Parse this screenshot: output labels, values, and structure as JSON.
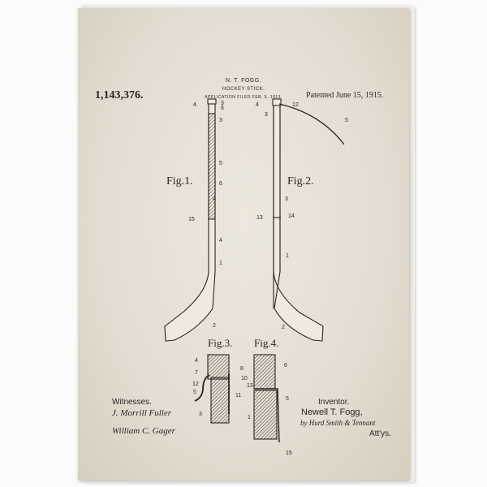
{
  "header": {
    "inventor_short": "N. T. FOGG.",
    "title": "HOCKEY STICK.",
    "filed": "APPLICATION FILED FEB. 5, 1913."
  },
  "patent_number": "1,143,376.",
  "patented": "Patented June 15, 1915.",
  "figures": {
    "fig1": "Fig.1.",
    "fig2": "Fig.2.",
    "fig3": "Fig.3.",
    "fig4": "Fig.4."
  },
  "numerals": {
    "fig1": [
      "4",
      "3",
      "6",
      "3",
      "5",
      "6",
      "4",
      "15",
      "4",
      "1",
      "2"
    ],
    "fig2": [
      "4",
      "3",
      "12",
      "5",
      "3",
      "13",
      "14",
      "1",
      "2"
    ],
    "fig3": [
      "4",
      "7",
      "8",
      "10",
      "12",
      "5",
      "11",
      "3"
    ],
    "fig4": [
      "6",
      "13",
      "5",
      "1",
      "15"
    ]
  },
  "witnesses": {
    "label": "Witnesses.",
    "sig1": "J. Morrill Fuller",
    "sig2": "William C. Gager"
  },
  "inventor": {
    "label": "Inventor.",
    "name": "Newell T. Fogg,",
    "by": "by Hurd Smith & Tennant",
    "attys": "Att'ys."
  },
  "colors": {
    "paper": "#e6dfd3",
    "ink": "#2a2522"
  }
}
